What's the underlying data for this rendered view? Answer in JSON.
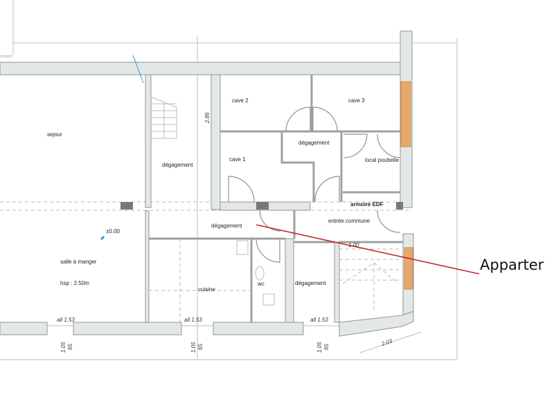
{
  "rooms": {
    "sejour": "sejour",
    "degagement_stairs": "dégagement",
    "cave_1": "cave 1",
    "cave_2": "cave 2",
    "cave_3": "cave 3",
    "degagement_caves": "dégagement",
    "local_poubelle": "local poubelle",
    "armoire_edf": "armoire EDF",
    "entree_commune": "entrée commune",
    "degagement_center": "dégagement",
    "salle_a_manger": "salle à manger",
    "hsp": "hsp : 2.50m",
    "level": "±0.00",
    "cuisine": "cuisine",
    "wc": "wc",
    "degagement_right": "dégagement"
  },
  "dimensions": {
    "wall_height": "2.86",
    "stair_width": "1.00",
    "window_1_allege": "all 1.53",
    "window_2_allege": "all 1.53",
    "window_3_allege": "all 1.53",
    "window_1_h": "1.05",
    "window_1_w": "65",
    "window_2_h": "1.05",
    "window_2_w": "65",
    "window_3_h": "1.05",
    "window_3_w": "65",
    "diagonal": "2.03"
  },
  "callout": {
    "label": "Apparter",
    "line_color": "#c0282d"
  },
  "colors": {
    "wall": "#e4e7e7",
    "highlight_wall": "#e9a86b"
  }
}
